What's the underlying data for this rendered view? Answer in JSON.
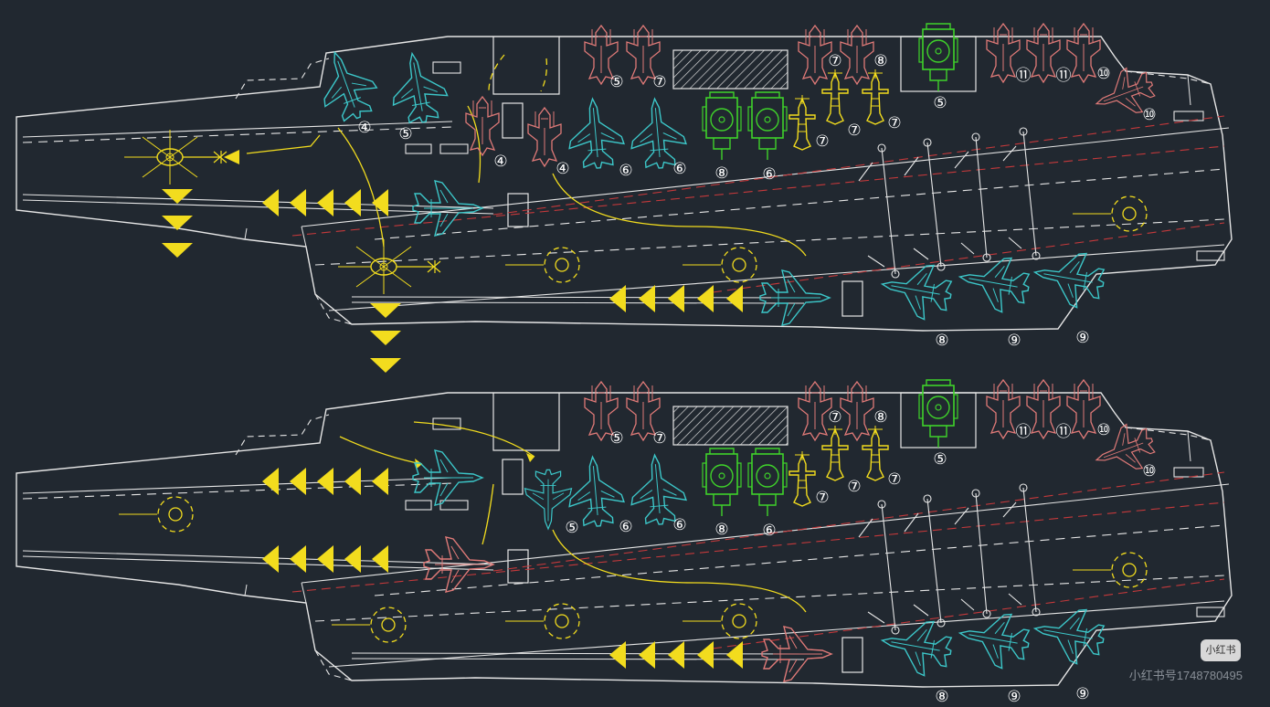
{
  "colors": {
    "background": "#212830",
    "deck_outline": "#e6e6e6",
    "yellow": "#f2dc1e",
    "cyan": "#3cc7c9",
    "pink": "#e07a78",
    "green": "#3fd22a",
    "red_dash": "#c4393b"
  },
  "icons": {
    "fighter_parked": "folded-fighter-icon",
    "fighter_launch": "fighter-icon",
    "helicopter": "helicopter-icon",
    "aew": "aew-aircraft-icon",
    "arrow": "launch-arrow-icon"
  },
  "top_deck": {
    "labels": {
      "a1": "④",
      "a2": "⑤",
      "a3": "④",
      "a4": "④",
      "b1": "⑤",
      "b2": "⑦",
      "b3": "⑥",
      "b4": "⑥",
      "c1": "⑧",
      "c2": "⑥",
      "c3": "⑦",
      "c4": "⑦",
      "c5": "⑦",
      "d1": "⑦",
      "d2": "⑧",
      "d3": "⑤",
      "e1": "⑪",
      "e2": "⑪",
      "e3": "⑩",
      "e4": "⑩",
      "f1": "⑧",
      "f2": "⑨",
      "f3": "⑨"
    }
  },
  "bottom_deck": {
    "labels": {
      "b1": "⑤",
      "b2": "⑦",
      "b3": "⑤",
      "b4": "⑥",
      "b5": "⑥",
      "c1": "⑧",
      "c2": "⑥",
      "c3": "⑦",
      "c4": "⑦",
      "c5": "⑦",
      "d1": "⑦",
      "d2": "⑧",
      "d3": "⑤",
      "e1": "⑪",
      "e2": "⑪",
      "e3": "⑩",
      "e4": "⑩",
      "f1": "⑧",
      "f2": "⑨",
      "f3": "⑨"
    }
  },
  "watermark": {
    "text": "小红书号1748780495",
    "badge": "小红书"
  }
}
